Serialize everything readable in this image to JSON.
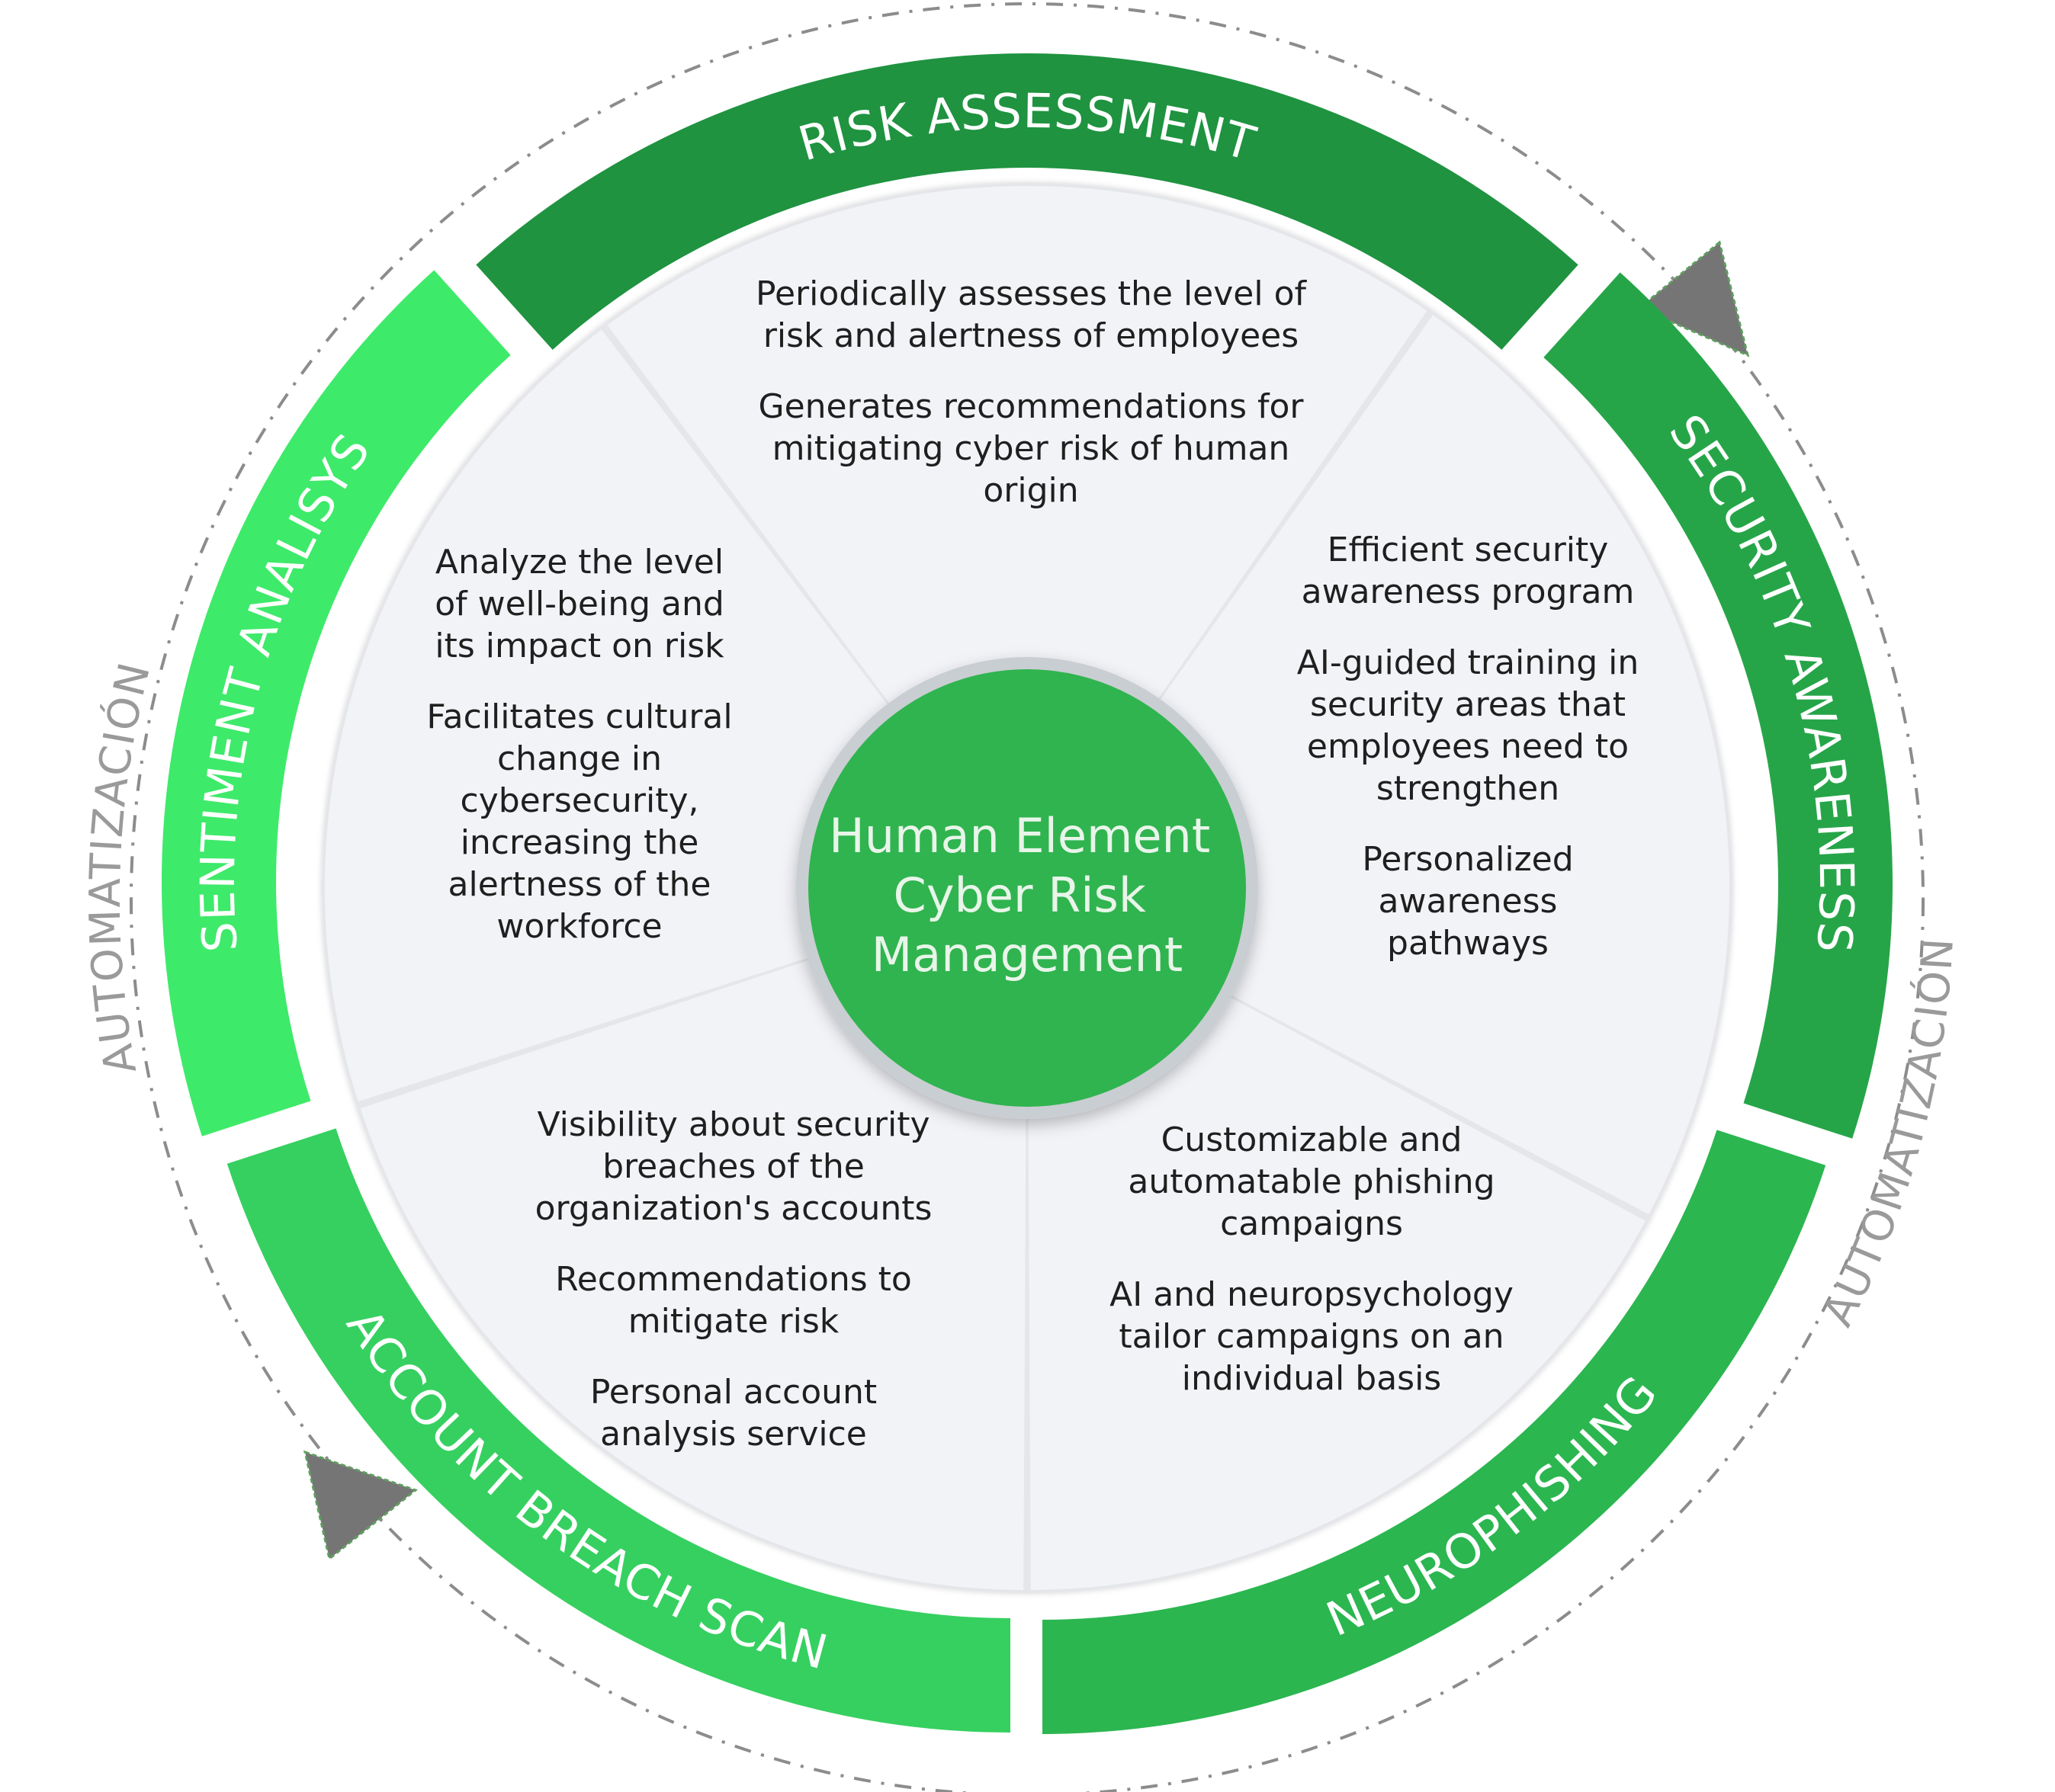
{
  "center": {
    "lines": [
      "Human Element",
      "Cyber Risk",
      "Management"
    ]
  },
  "automation_label": "AUTOMATIZACIÓN",
  "colors": {
    "risk_assessment": "#1f9340",
    "security_awareness": "#26a548",
    "neurophishing": "#2bb650",
    "account_breach_scan": "#36d060",
    "sentiment_analysis": "#3eea6a",
    "center": "#30b44f",
    "segment_fill": "#f2f3f7",
    "arrow": "#757575"
  },
  "segments": [
    {
      "id": "risk_assessment",
      "title": "RISK ASSESSMENT",
      "paragraphs": [
        [
          "Periodically assesses the level of",
          "risk and alertness of employees"
        ],
        [
          "Generates recommendations for",
          "mitigating cyber risk of human",
          "origin"
        ]
      ]
    },
    {
      "id": "security_awareness",
      "title": "SECURITY AWARENESS",
      "paragraphs": [
        [
          "Efficient security",
          "awareness program"
        ],
        [
          "AI-guided training in",
          "security areas that",
          "employees need to",
          "strengthen"
        ],
        [
          "Personalized",
          "awareness",
          "pathways"
        ]
      ]
    },
    {
      "id": "neurophishing",
      "title": "NEUROPHISHING",
      "paragraphs": [
        [
          "Customizable and",
          "automatable phishing",
          "campaigns"
        ],
        [
          "AI and neuropsychology",
          "tailor campaigns on an",
          "individual basis"
        ]
      ]
    },
    {
      "id": "account_breach_scan",
      "title": "ACCOUNT BREACH SCAN",
      "paragraphs": [
        [
          "Visibility about security",
          "breaches of the",
          "organization's accounts"
        ],
        [
          "Recommendations to",
          "mitigate risk"
        ],
        [
          "Personal account",
          "analysis service"
        ]
      ]
    },
    {
      "id": "sentiment_analysis",
      "title": "SENTIMENT ANALISYS",
      "paragraphs": [
        [
          "Analyze the level",
          "of well-being and",
          "its impact on risk"
        ],
        [
          "Facilitates cultural",
          "change in",
          "cybersecurity,",
          "increasing the",
          "alertness of the",
          "workforce"
        ]
      ]
    }
  ]
}
